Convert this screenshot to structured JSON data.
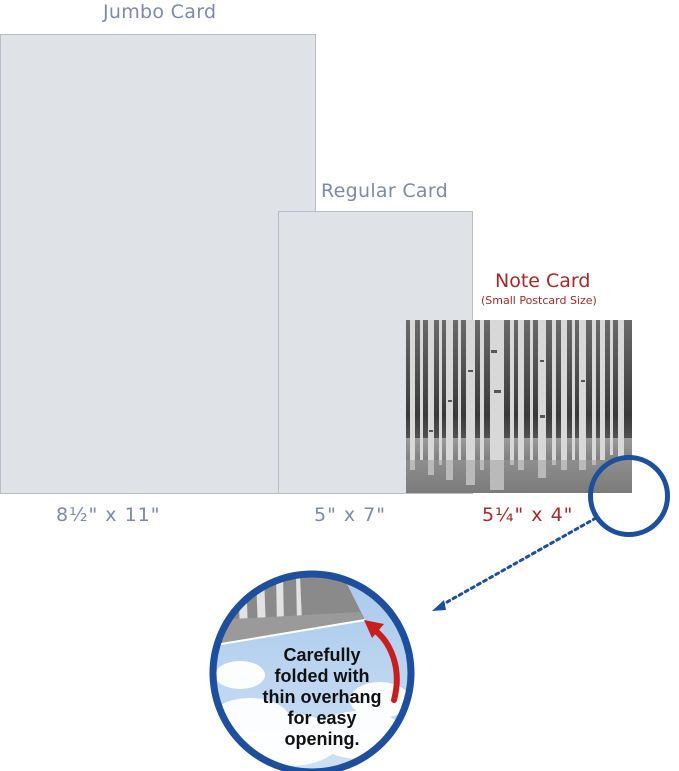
{
  "cards": {
    "jumbo": {
      "label": "Jumbo Card",
      "size": "8½\"  x 11\""
    },
    "regular": {
      "label": "Regular Card",
      "size": "5\" x 7\""
    },
    "note": {
      "label": "Note Card",
      "sublabel": "(Small Postcard Size)",
      "size": "5¼\" x 4\""
    }
  },
  "callout": {
    "lines": [
      "Carefully",
      "folded with",
      "thin overhang",
      "for easy",
      "opening."
    ]
  },
  "colors": {
    "label_gray": "#7e8aa6",
    "note_red": "#a12a2a",
    "circle_blue": "#1d4f9c",
    "card_fill": "#dfe2e6"
  }
}
